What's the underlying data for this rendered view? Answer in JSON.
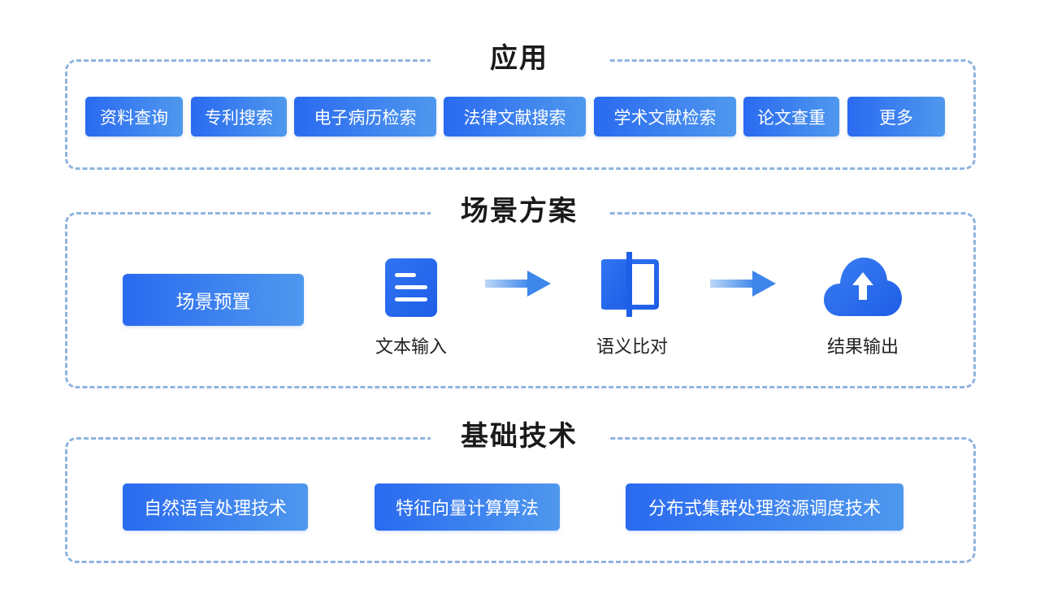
{
  "sections": {
    "application": {
      "title": "应用",
      "items": [
        "资料查询",
        "专利搜索",
        "电子病历检索",
        "法律文献搜索",
        "学术文献检索",
        "论文查重",
        "更多"
      ]
    },
    "scenario": {
      "title": "场景方案",
      "preset_label": "场景预置",
      "steps": [
        {
          "label": "文本输入",
          "icon": "document-icon"
        },
        {
          "label": "语义比对",
          "icon": "compare-icon"
        },
        {
          "label": "结果输出",
          "icon": "cloud-upload-icon"
        }
      ]
    },
    "technology": {
      "title": "基础技术",
      "items": [
        "自然语言处理技术",
        "特征向量计算算法",
        "分布式集群处理资源调度技术"
      ]
    }
  },
  "colors": {
    "accent": "#2a6af0",
    "accent_light": "#4f98ee",
    "border": "#8fb4de",
    "text": "#1a1a1a"
  }
}
